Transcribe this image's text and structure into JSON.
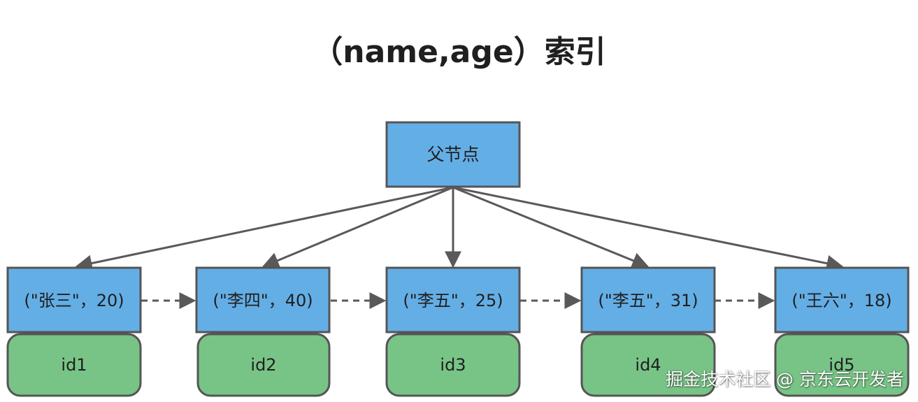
{
  "title": "（name,age）索引",
  "parent_node": {
    "label": "父节点"
  },
  "index_nodes": [
    {
      "label": "(\"张三\"，20)",
      "id_label": "id1"
    },
    {
      "label": "(\"李四\"，40)",
      "id_label": "id2"
    },
    {
      "label": "(\"李五\"，25)",
      "id_label": "id3"
    },
    {
      "label": "(\"李五\"，31)",
      "id_label": "id4"
    },
    {
      "label": "(\"王六\"，18)",
      "id_label": "id5"
    }
  ],
  "watermark": "掘金技术社区 @ 京东云开发者",
  "colors": {
    "node_fill": "#64aee6",
    "id_fill": "#78c486",
    "stroke": "#5a5a5a",
    "arrow": "#595959",
    "text": "#1f1f1f"
  }
}
